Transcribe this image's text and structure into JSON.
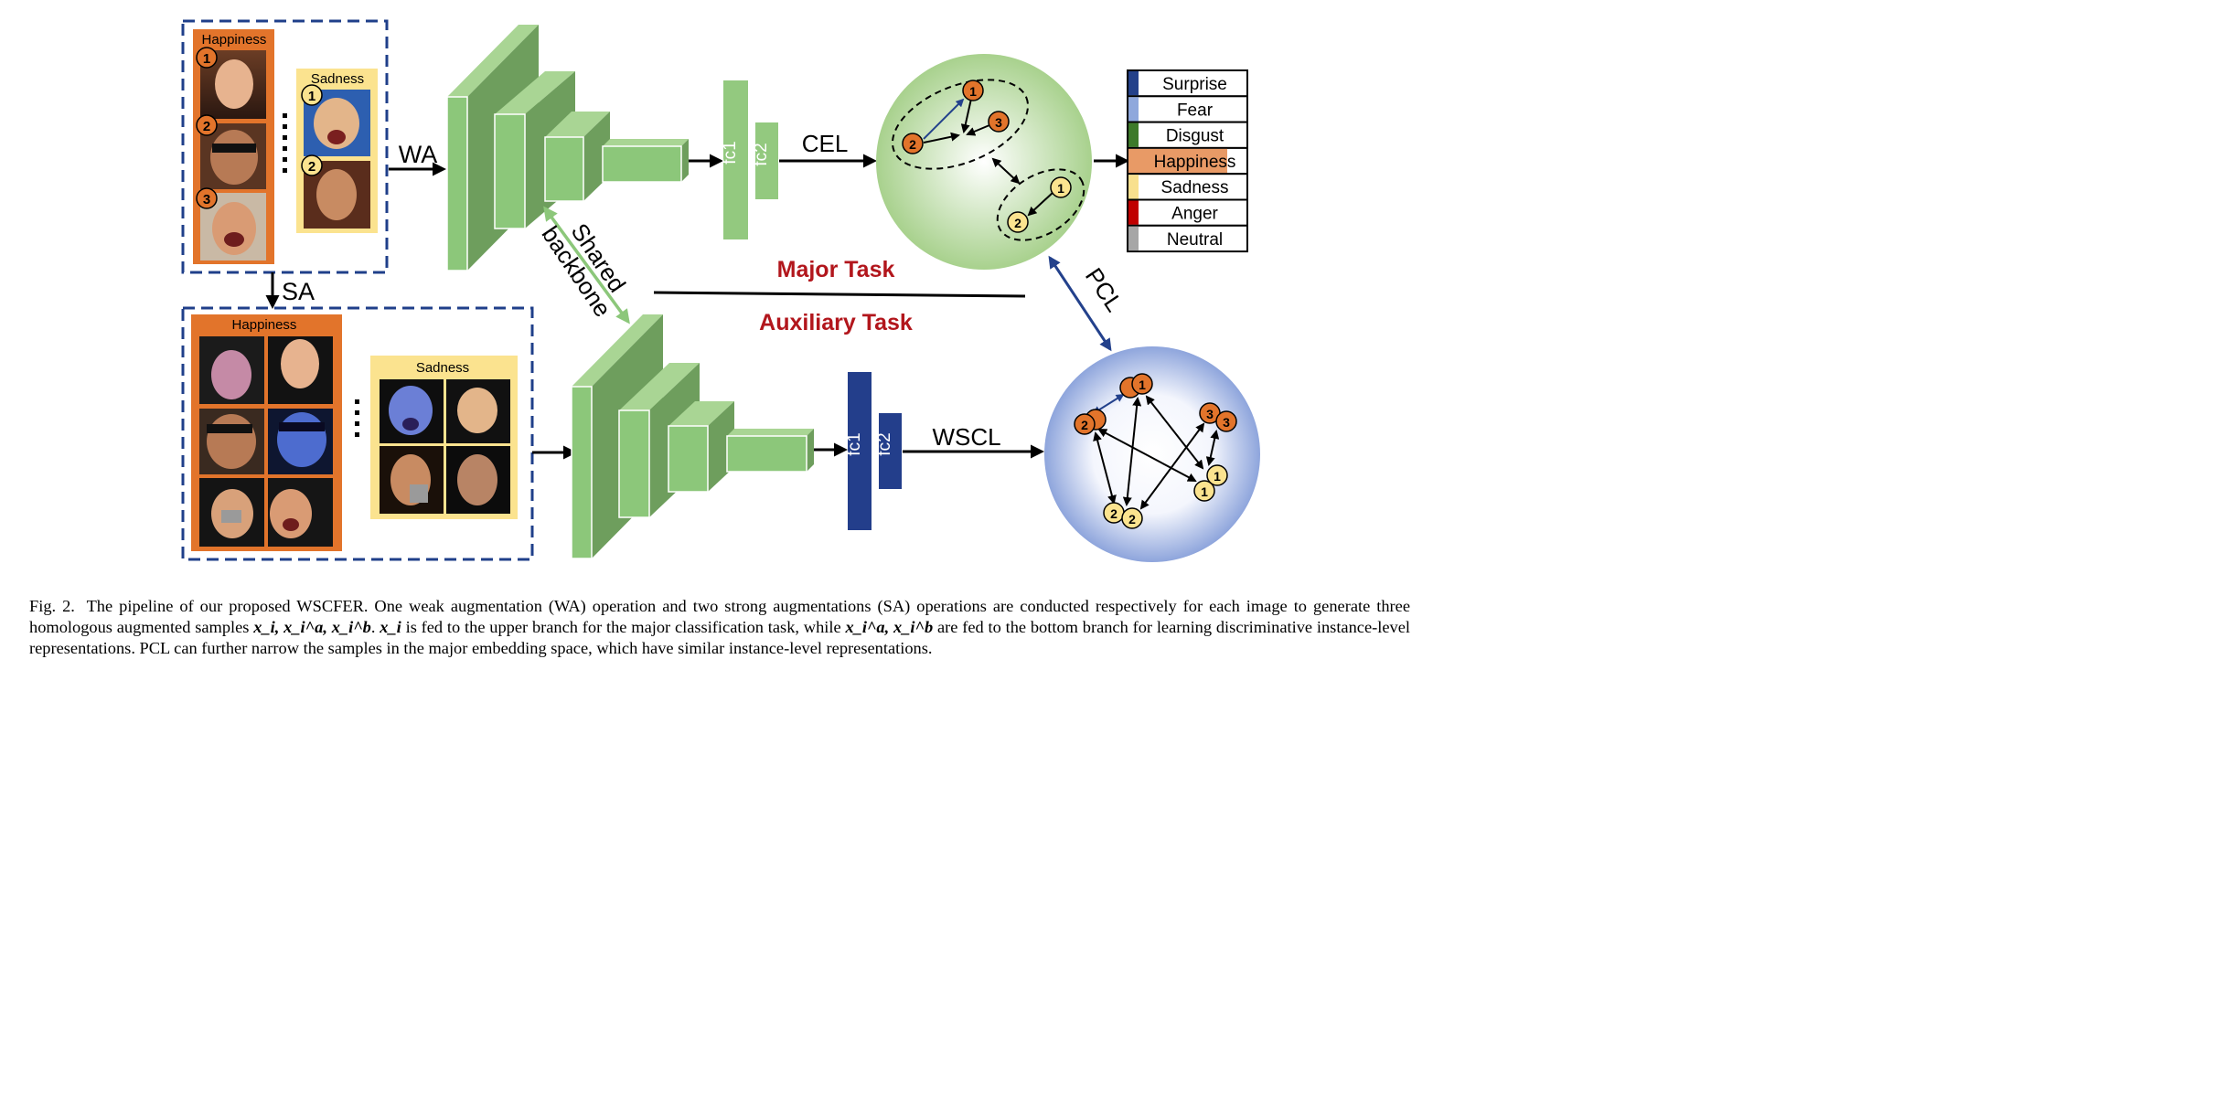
{
  "augmentations": {
    "weak": "WA",
    "strong": "SA"
  },
  "groups": {
    "top_happiness": "Happiness",
    "top_sadness": "Sadness",
    "bottom_happiness": "Happiness",
    "bottom_sadness": "Sadness"
  },
  "sample_numbers": {
    "one": "1",
    "two": "2",
    "three": "3"
  },
  "backbone": {
    "label_line1": "Shared",
    "label_line2": "backbone"
  },
  "heads": {
    "upper_fc1": "fc1",
    "upper_fc2": "fc2",
    "lower_fc1": "fc1",
    "lower_fc2": "fc2"
  },
  "losses": {
    "upper": "CEL",
    "lower": "WSCL",
    "cross": "PCL"
  },
  "tasks": {
    "major": "Major Task",
    "auxiliary": "Auxiliary Task"
  },
  "legend": [
    {
      "label": "Surprise",
      "color": "#24418a"
    },
    {
      "label": "Fear",
      "color": "#8fa8dc"
    },
    {
      "label": "Disgust",
      "color": "#3d7a2a"
    },
    {
      "label": "Happiness",
      "color": "#e89a66"
    },
    {
      "label": "Sadness",
      "color": "#f8e08e"
    },
    {
      "label": "Anger",
      "color": "#c00000"
    },
    {
      "label": "Neutral",
      "color": "#a6a6a6"
    }
  ],
  "caption": {
    "fig_label": "Fig. 2.",
    "part1": "The pipeline of our proposed WSCFER. One weak augmentation (WA) operation and two strong augmentations (SA) operations are conducted respectively for each image to generate three homologous augmented samples ",
    "math1": "x_i, x_i^a, x_i^b",
    "part2": ". ",
    "math2": "x_i",
    "part3": " is fed to the upper branch for the major classification task, while ",
    "math3": "x_i^a, x_i^b",
    "part4": " are fed to the bottom branch for learning discriminative instance-level representations. PCL can further narrow the samples in the major embedding space, which have similar instance-level representations."
  },
  "colors": {
    "happiness_orange": "#e2742b",
    "sadness_yellow": "#fbe38f",
    "backbone_green": "#8cc77a",
    "head_upper": "#93c97f",
    "head_lower": "#233e8b",
    "task_red": "#b2161c",
    "dashed_blue": "#1f3f8a"
  }
}
